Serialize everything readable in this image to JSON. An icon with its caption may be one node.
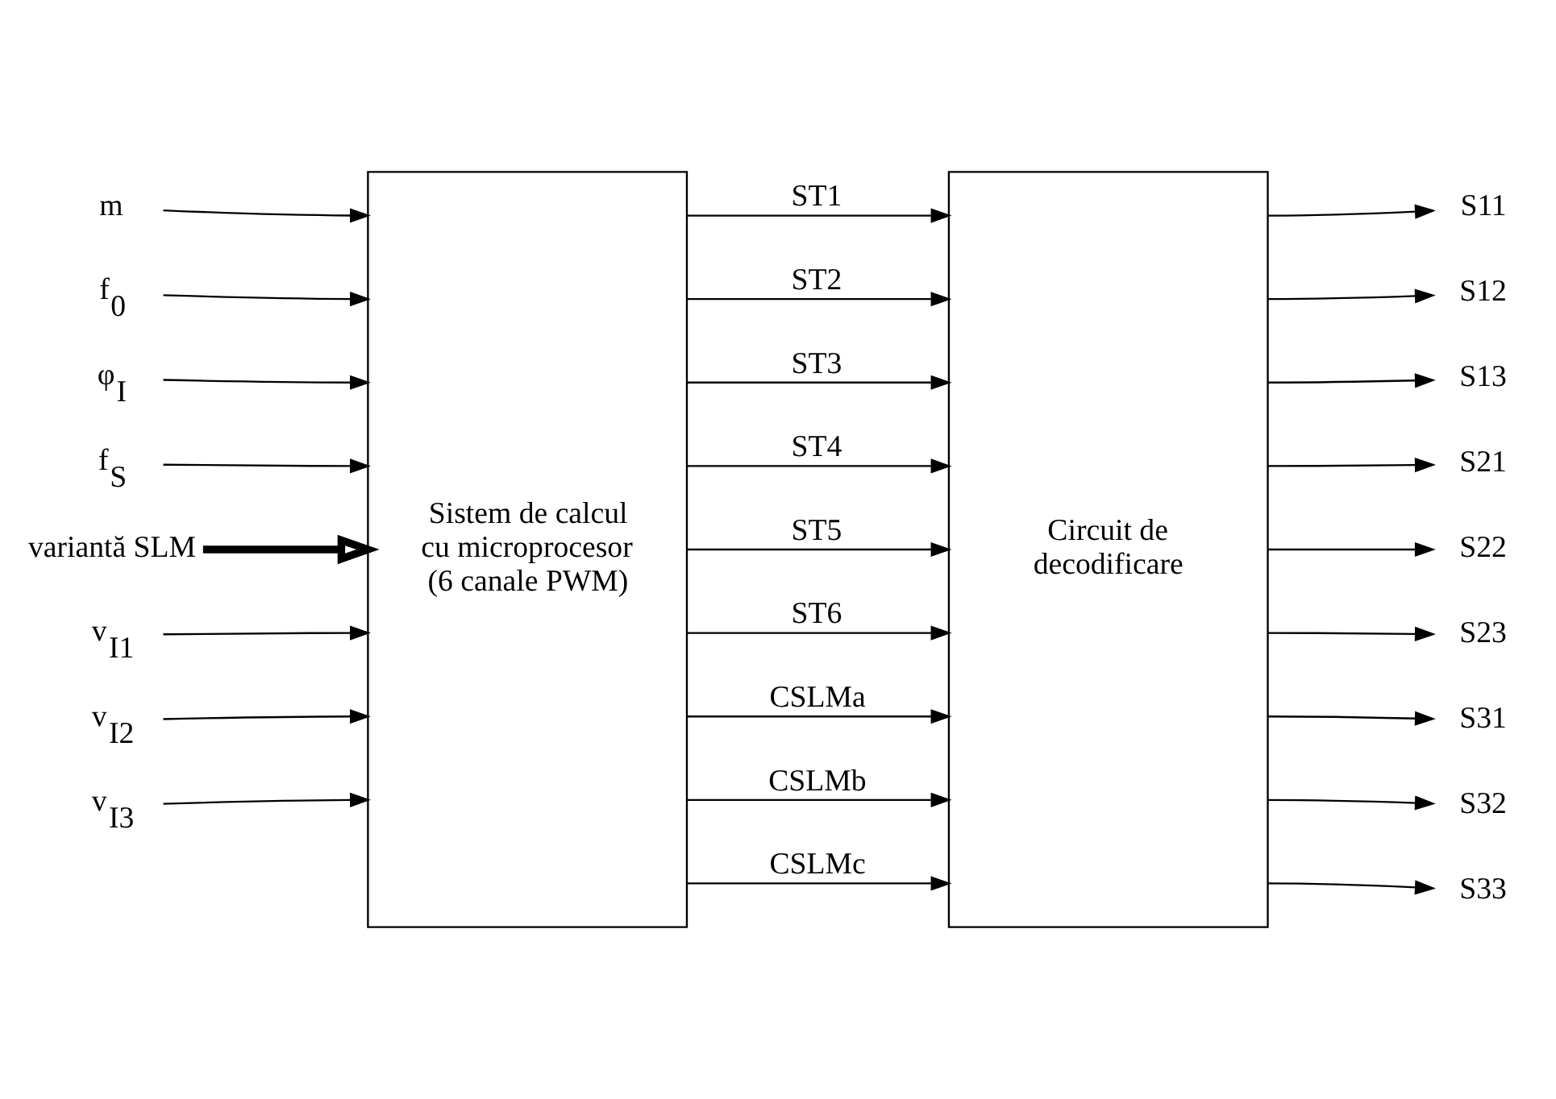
{
  "diagram": {
    "nodes": [
      {
        "text": [
          "m"
        ]
      },
      {
        "text": [
          "f$_{0}$"
        ]
      },
      {
        "text": [
          "φ$_{I}$"
        ]
      },
      {
        "text": [
          "f$_{S}$"
        ]
      },
      {
        "text": [
          "variantă SLM"
        ]
      },
      {
        "text": [
          "v$_{I1}$"
        ]
      },
      {
        "text": [
          "v$_{I2}$"
        ]
      },
      {
        "text": [
          "v$_{I3}$"
        ]
      },
      {
        "text": [
          "Sistem de calcul cu microprocesor (6 canale PWM)"
        ]
      },
      {
        "text": [
          "Circuit de decodificare"
        ]
      },
      {
        "text": [
          "S11"
        ]
      },
      {
        "text": [
          "S12"
        ]
      },
      {
        "text": [
          "S13"
        ]
      },
      {
        "text": [
          "S21"
        ]
      },
      {
        "text": [
          "S22"
        ]
      },
      {
        "text": [
          "S23"
        ]
      },
      {
        "text": [
          "S31"
        ]
      },
      {
        "text": [
          "S32"
        ]
      },
      {
        "text": [
          "S33"
        ]
      }
    ],
    "edges": [
      {
        "from": 0,
        "to": 8,
        "arrow": "to"
      },
      {
        "from": 1,
        "to": 8,
        "arrow": "to"
      },
      {
        "from": 2,
        "to": 8,
        "arrow": "to"
      },
      {
        "from": 3,
        "to": 8,
        "arrow": "to"
      },
      {
        "from": 4,
        "to": 8,
        "arrow": "to",
        "style": "thick"
      },
      {
        "from": 5,
        "to": 8,
        "arrow": "to"
      },
      {
        "from": 6,
        "to": 8,
        "arrow": "to"
      },
      {
        "from": 7,
        "to": 8,
        "arrow": "to"
      },
      {
        "from": 8,
        "to": 9,
        "arrow": "to",
        "label": "ST1"
      },
      {
        "from": 8,
        "to": 9,
        "arrow": "to",
        "label": "ST2"
      },
      {
        "from": 8,
        "to": 9,
        "arrow": "to",
        "label": "ST3"
      },
      {
        "from": 8,
        "to": 9,
        "arrow": "to",
        "label": "ST4"
      },
      {
        "from": 8,
        "to": 9,
        "arrow": "to",
        "label": "ST5"
      },
      {
        "from": 8,
        "to": 9,
        "arrow": "to",
        "label": "ST6"
      },
      {
        "from": 8,
        "to": 9,
        "arrow": "to",
        "label": "CSLMa"
      },
      {
        "from": 8,
        "to": 9,
        "arrow": "to",
        "label": "CSLMb"
      },
      {
        "from": 8,
        "to": 9,
        "arrow": "to",
        "label": "CSLMc"
      },
      {
        "from": 9,
        "to": 10,
        "arrow": "to"
      },
      {
        "from": 9,
        "to": 11,
        "arrow": "to"
      },
      {
        "from": 9,
        "to": 12,
        "arrow": "to"
      },
      {
        "from": 9,
        "to": 13,
        "arrow": "to"
      },
      {
        "from": 9,
        "to": 14,
        "arrow": "to"
      },
      {
        "from": 9,
        "to": 15,
        "arrow": "to"
      },
      {
        "from": 9,
        "to": 16,
        "arrow": "to"
      },
      {
        "from": 9,
        "to": 17,
        "arrow": "to"
      },
      {
        "from": 9,
        "to": 18,
        "arrow": "to"
      }
    ]
  }
}
